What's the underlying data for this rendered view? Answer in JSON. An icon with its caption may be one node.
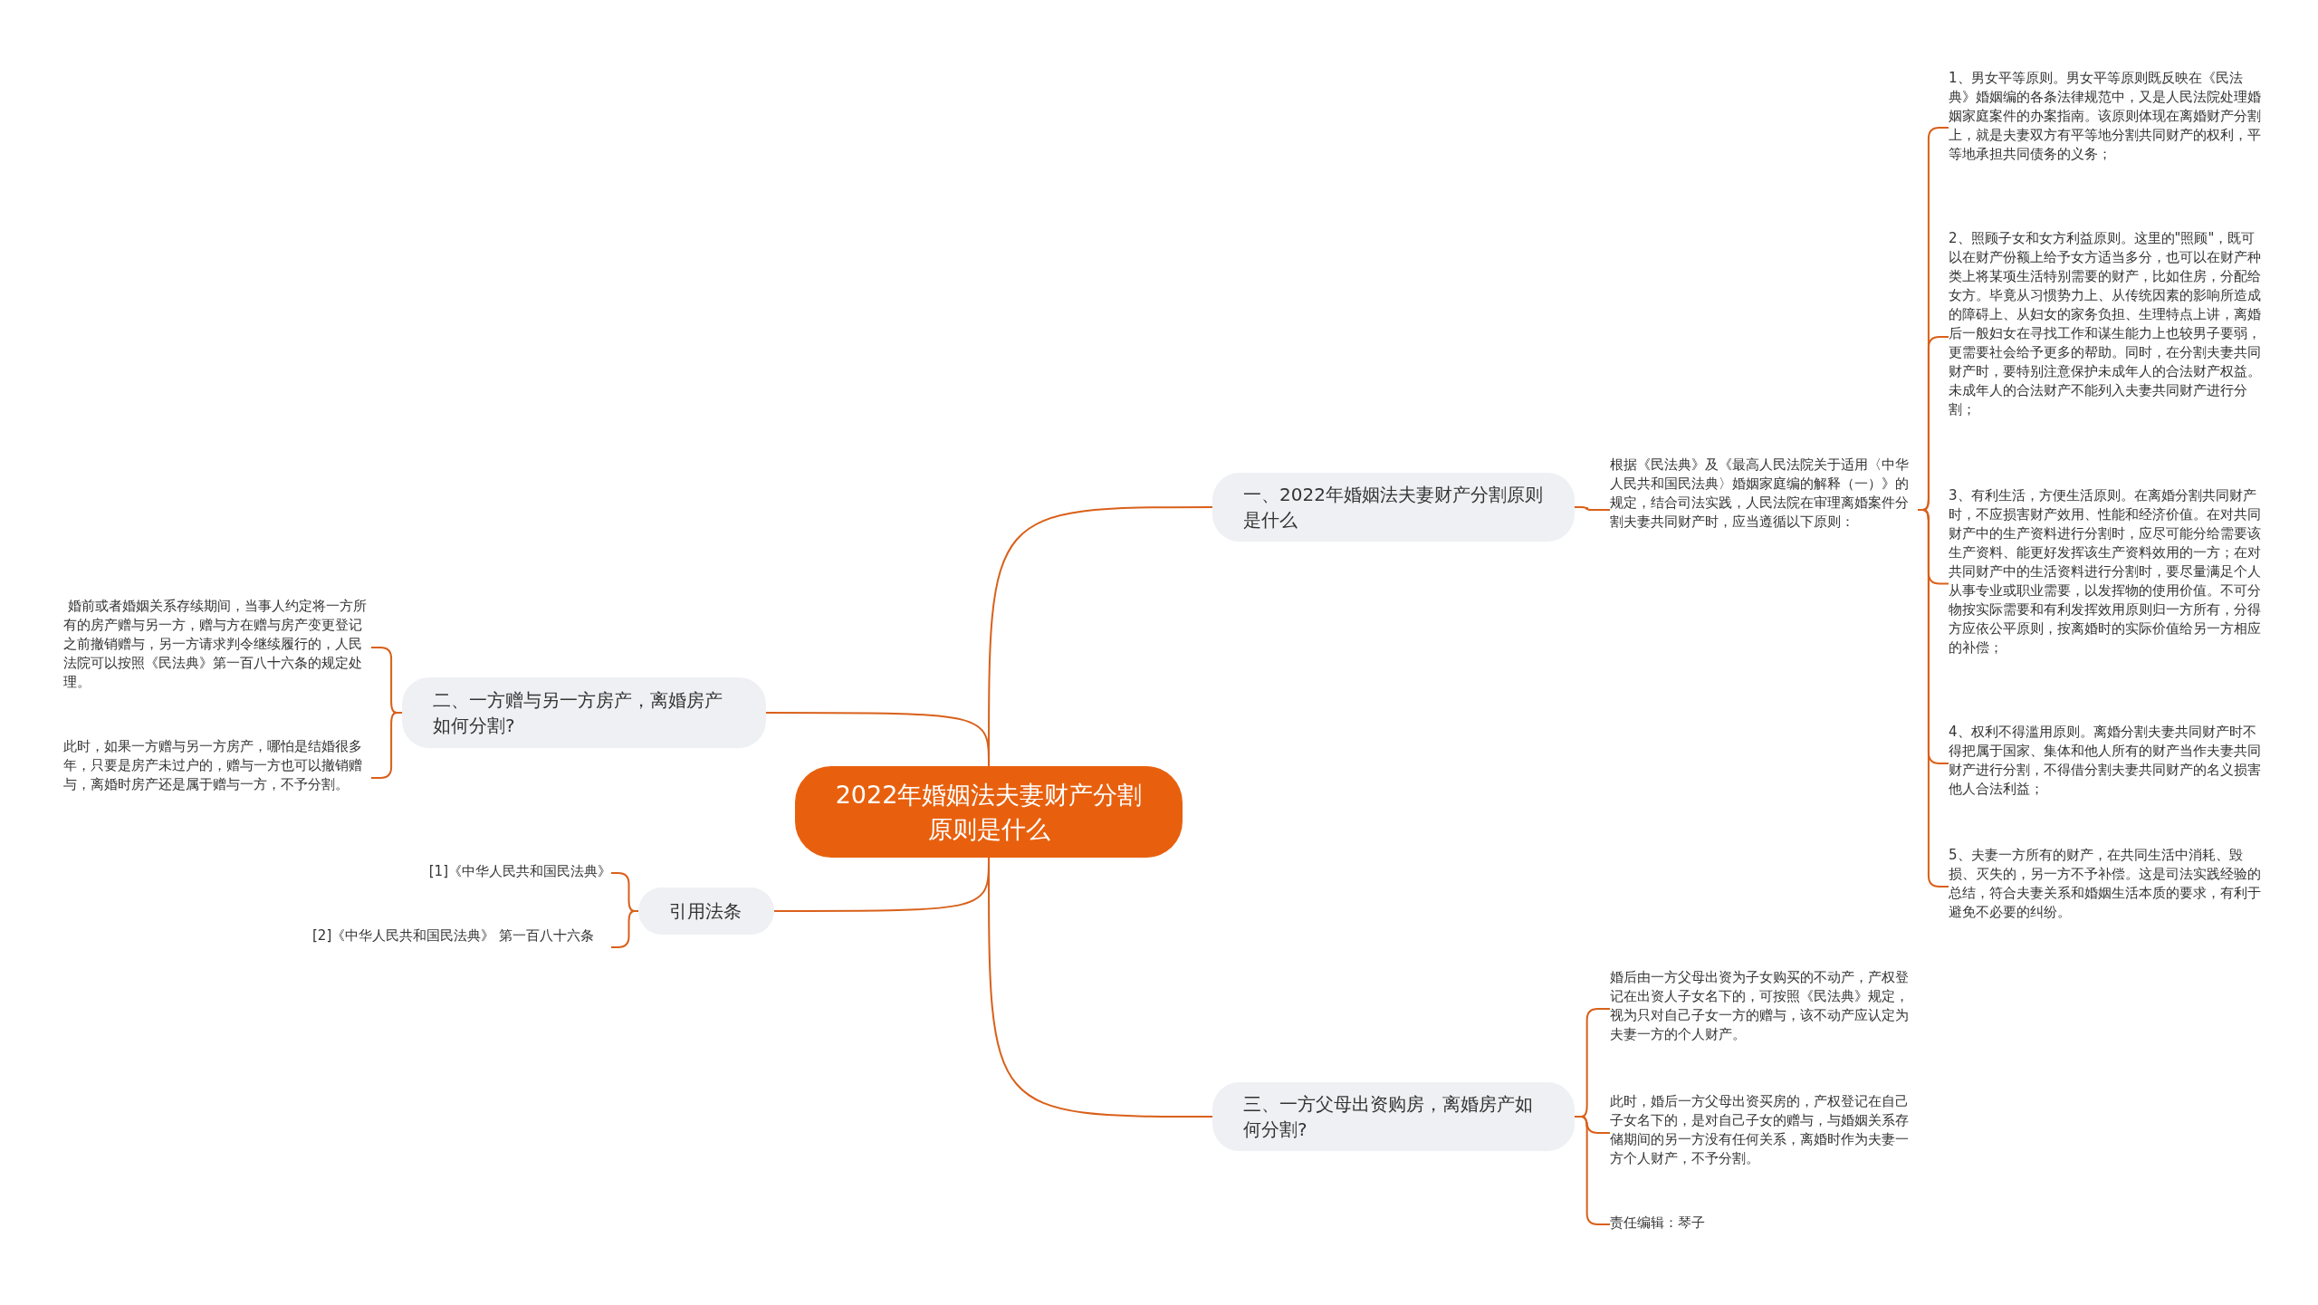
{
  "diagram": {
    "nodes": [
      {
        "text": [
          "2022年婚姻法夫妻财产分割原则是什么"
        ]
      },
      {
        "text": [
          "一、2022年婚姻法夫妻财产分割原则是什么"
        ]
      },
      {
        "text": [
          "根据《民法典》及《最高人民法院关于适用〈中华人民共和国民法典〉婚姻家庭编的解释（一）》的规定，结合司法实践，人民法院在审理离婚案件分割夫妻共同财产时，应当遵循以下原则："
        ]
      },
      {
        "text": [
          "1、男女平等原则。男女平等原则既反映在《民法典》婚姻编的各条法律规范中，又是人民法院处理婚姻家庭案件的办案指南。该原则体现在离婚财产分割上，就是夫妻双方有平等地分割共同财产的权利，平等地承担共同债务的义务；"
        ]
      },
      {
        "text": [
          "2、照顾子女和女方利益原则。这里的\"照顾\"，既可以在财产份额上给予女方适当多分，也可以在财产种类上将某项生活特别需要的财产，比如住房，分配给女方。毕竟从习惯势力上、从传统因素的影响所造成的障碍上、从妇女的家务负担、生理特点上讲，离婚后一般妇女在寻找工作和谋生能力上也较男子要弱，更需要社会给予更多的帮助。同时，在分割夫妻共同财产时，要特别注意保护未成年人的合法财产权益。未成年人的合法财产不能列入夫妻共同财产进行分割；"
        ]
      },
      {
        "text": [
          "3、有利生活，方便生活原则。在离婚分割共同财产时，不应损害财产效用、性能和经济价值。在对共同财产中的生产资料进行分割时，应尽可能分给需要该生产资料、能更好发挥该生产资料效用的一方；在对共同财产中的生活资料进行分割时，要尽量满足个人从事专业或职业需要，以发挥物的使用价值。不可分物按实际需要和有利发挥效用原则归一方所有，分得方应依公平原则，按离婚时的实际价值给另一方相应的补偿；"
        ]
      },
      {
        "text": [
          "4、权利不得滥用原则。离婚分割夫妻共同财产时不得把属于国家、集体和他人所有的财产当作夫妻共同财产进行分割，不得借分割夫妻共同财产的名义损害他人合法利益；"
        ]
      },
      {
        "text": [
          "5、夫妻一方所有的财产，在共同生活中消耗、毁损、灭失的，另一方不予补偿。这是司法实践经验的总结，符合夫妻关系和婚姻生活本质的要求，有利于避免不必要的纠纷。"
        ]
      },
      {
        "text": [
          "二、一方赠与另一方房产，离婚房产如何分割?"
        ]
      },
      {
        "text": [
          " 婚前或者婚姻关系存续期间，当事人约定将一方所有的房产赠与另一方，赠与方在赠与房产变更登记之前撤销赠与，另一方请求判令继续履行的，人民法院可以按照《民法典》第一百八十六条的规定处理。"
        ]
      },
      {
        "text": [
          "此时，如果一方赠与另一方房产，哪怕是结婚很多年，只要是房产未过户的，赠与一方也可以撤销赠与，离婚时房产还是属于赠与一方，不予分割。"
        ]
      },
      {
        "text": [
          "引用法条"
        ]
      },
      {
        "text": [
          "[1]《中华人民共和国民法典》"
        ]
      },
      {
        "text": [
          "[2]《中华人民共和国民法典》 第一百八十六条"
        ]
      },
      {
        "text": [
          "三、一方父母出资购房，离婚房产如何分割?"
        ]
      },
      {
        "text": [
          "婚后由一方父母出资为子女购买的不动产，产权登记在出资人子女名下的，可按照《民法典》规定，视为只对自己子女一方的赠与，该不动产应认定为夫妻一方的个人财产。"
        ]
      },
      {
        "text": [
          "此时，婚后一方父母出资买房的，产权登记在自己子女名下的，是对自己子女的赠与，与婚姻关系存储期间的另一方没有任何关系，离婚时作为夫妻一方个人财产，不予分割。"
        ]
      },
      {
        "text": [
          "责任编辑：琴子"
        ]
      }
    ],
    "edges": [
      {
        "from": 0,
        "to": 1,
        "arrow": "none"
      },
      {
        "from": 0,
        "to": 8,
        "arrow": "none"
      },
      {
        "from": 0,
        "to": 11,
        "arrow": "none"
      },
      {
        "from": 0,
        "to": 14,
        "arrow": "none"
      },
      {
        "from": 1,
        "to": 2,
        "arrow": "none"
      },
      {
        "from": 2,
        "to": 3,
        "arrow": "none"
      },
      {
        "from": 2,
        "to": 4,
        "arrow": "none"
      },
      {
        "from": 2,
        "to": 5,
        "arrow": "none"
      },
      {
        "from": 2,
        "to": 6,
        "arrow": "none"
      },
      {
        "from": 2,
        "to": 7,
        "arrow": "none"
      },
      {
        "from": 8,
        "to": 9,
        "arrow": "none"
      },
      {
        "from": 8,
        "to": 10,
        "arrow": "none"
      },
      {
        "from": 11,
        "to": 12,
        "arrow": "none"
      },
      {
        "from": 11,
        "to": 13,
        "arrow": "none"
      },
      {
        "from": 14,
        "to": 15,
        "arrow": "none"
      },
      {
        "from": 14,
        "to": 16,
        "arrow": "none"
      },
      {
        "from": 14,
        "to": 17,
        "arrow": "none"
      }
    ]
  }
}
